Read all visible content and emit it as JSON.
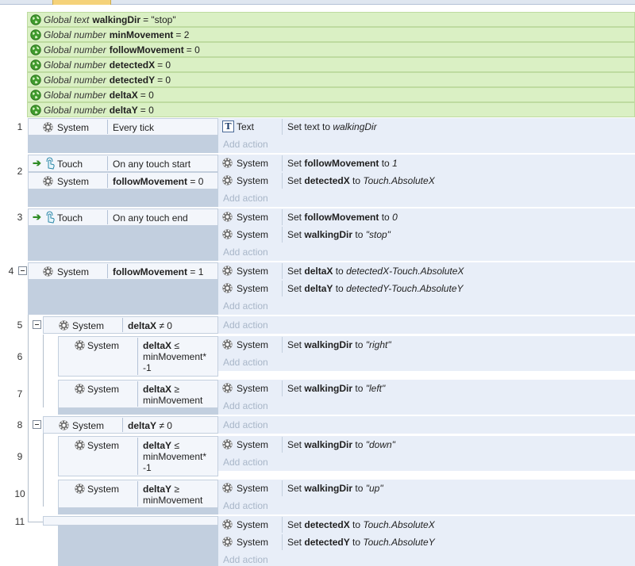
{
  "globals": [
    {
      "type": "Global text",
      "name": "walkingDir",
      "value": "= \"stop\""
    },
    {
      "type": "Global number",
      "name": "minMovement",
      "value": "= 2"
    },
    {
      "type": "Global number",
      "name": "followMovement",
      "value": "= 0"
    },
    {
      "type": "Global number",
      "name": "detectedX",
      "value": "= 0"
    },
    {
      "type": "Global number",
      "name": "detectedY",
      "value": "= 0"
    },
    {
      "type": "Global number",
      "name": "deltaX",
      "value": "= 0"
    },
    {
      "type": "Global number",
      "name": "deltaY",
      "value": "= 0"
    }
  ],
  "add_action": "Add action",
  "events": {
    "e1": {
      "num": "1",
      "c1": {
        "obj": "System",
        "text": "Every tick"
      },
      "a1": {
        "obj": "Text",
        "pre": "Set text to ",
        "bold": "",
        "mid": "",
        "ital": "walkingDir"
      }
    },
    "e2": {
      "num": "2",
      "c1": {
        "obj": "Touch",
        "text": "On any touch start"
      },
      "c2": {
        "obj": "System",
        "bold": "followMovement",
        "rest": " = 0"
      },
      "a1": {
        "obj": "System",
        "pre": "Set ",
        "bold": "followMovement",
        "mid": " to ",
        "ital": "1"
      },
      "a2": {
        "obj": "System",
        "pre": "Set ",
        "bold": "detectedX",
        "mid": " to ",
        "ital": "Touch.AbsoluteX"
      }
    },
    "e3": {
      "num": "3",
      "c1": {
        "obj": "Touch",
        "text": "On any touch end"
      },
      "a1": {
        "obj": "System",
        "pre": "Set ",
        "bold": "followMovement",
        "mid": " to ",
        "ital": "0"
      },
      "a2": {
        "obj": "System",
        "pre": "Set ",
        "bold": "walkingDir",
        "mid": " to ",
        "ital": "\"stop\""
      }
    },
    "e4": {
      "num": "4",
      "c1": {
        "obj": "System",
        "bold": "followMovement",
        "rest": " = 1"
      },
      "a1": {
        "obj": "System",
        "pre": "Set ",
        "bold": "deltaX",
        "mid": " to ",
        "ital": "detectedX-Touch.AbsoluteX"
      },
      "a2": {
        "obj": "System",
        "pre": "Set ",
        "bold": "deltaY",
        "mid": " to ",
        "ital": "detectedY-Touch.AbsoluteY"
      }
    },
    "e5": {
      "num": "5",
      "c1": {
        "obj": "System",
        "bold": "deltaX",
        "rest": " ≠ 0"
      }
    },
    "e6": {
      "num": "6",
      "c1": {
        "obj": "System",
        "bold": "deltaX",
        "rest": " ≤",
        "line2": "minMovement*",
        "line3": "-1"
      },
      "a1": {
        "obj": "System",
        "pre": "Set ",
        "bold": "walkingDir",
        "mid": " to ",
        "ital": "\"right\""
      }
    },
    "e7": {
      "num": "7",
      "c1": {
        "obj": "System",
        "bold": "deltaX",
        "rest": " ≥",
        "line2": "minMovement"
      },
      "a1": {
        "obj": "System",
        "pre": "Set ",
        "bold": "walkingDir",
        "mid": " to ",
        "ital": "\"left\""
      }
    },
    "e8": {
      "num": "8",
      "c1": {
        "obj": "System",
        "bold": "deltaY",
        "rest": " ≠ 0"
      }
    },
    "e9": {
      "num": "9",
      "c1": {
        "obj": "System",
        "bold": "deltaY",
        "rest": " ≤",
        "line2": "minMovement*",
        "line3": "-1"
      },
      "a1": {
        "obj": "System",
        "pre": "Set ",
        "bold": "walkingDir",
        "mid": " to ",
        "ital": "\"down\""
      }
    },
    "e10": {
      "num": "10",
      "c1": {
        "obj": "System",
        "bold": "deltaY",
        "rest": " ≥",
        "line2": "minMovement"
      },
      "a1": {
        "obj": "System",
        "pre": "Set ",
        "bold": "walkingDir",
        "mid": " to ",
        "ital": "\"up\""
      }
    },
    "e11": {
      "num": "11",
      "a1": {
        "obj": "System",
        "pre": "Set ",
        "bold": "detectedX",
        "mid": " to ",
        "ital": "Touch.AbsoluteX"
      },
      "a2": {
        "obj": "System",
        "pre": "Set ",
        "bold": "detectedY",
        "mid": " to ",
        "ital": "Touch.AbsoluteY"
      }
    }
  }
}
